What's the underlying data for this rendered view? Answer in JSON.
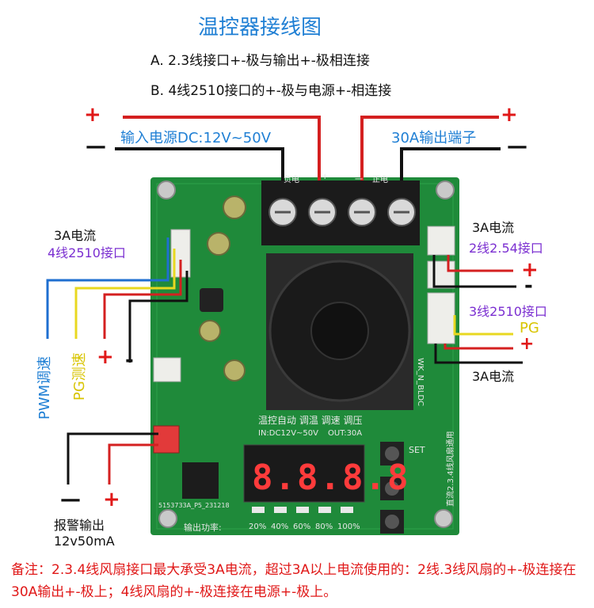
{
  "title": "温控器接线图",
  "notes": {
    "a": "A.   2.3线接口+-极与输出+-极相连接",
    "b": "B.   4线2510接口的+-极与电源+-相连接"
  },
  "power_input_label": "输入电源DC:12V~50V",
  "output_terminal_label": "30A输出端子",
  "left_connector": {
    "current": "3A电流",
    "type": "4线2510接口",
    "pwm": "PWM调速",
    "pg": "PG测速"
  },
  "right_connector_top": {
    "current": "3A电流",
    "type": "2线2.54接口"
  },
  "right_connector_bottom": {
    "type": "3线2510接口",
    "pg": "PG",
    "current": "3A电流"
  },
  "alarm": {
    "line1": "报警输出",
    "line2": "12v50mA"
  },
  "signs": {
    "plus": "+",
    "minus": "-",
    "minus_long": "—"
  },
  "board": {
    "model": "WK_N_BLDC",
    "side_text": "直流2.3.4线风扇通用",
    "functions": "温控自动 调温 调速 调压",
    "input_spec": "IN:DC12V~50V",
    "output_spec": "OUT:30A",
    "power_label": "输出功率:",
    "power_levels": [
      "20%",
      "40%",
      "60%",
      "80%",
      "100%"
    ],
    "set_label": "SET",
    "display": "8.8.8.8",
    "pcb_id": "5153733A_P5_231218",
    "terminal_marks": [
      "负电",
      "+",
      "一",
      "正电"
    ]
  },
  "footer": "备注：2.3.4线风扇接口最大承受3A电流，超过3A以上电流使用的：2线.3线风扇的+-极连接在30A输出+-极上；4线风扇的+-极连接在电源+-极上。"
}
